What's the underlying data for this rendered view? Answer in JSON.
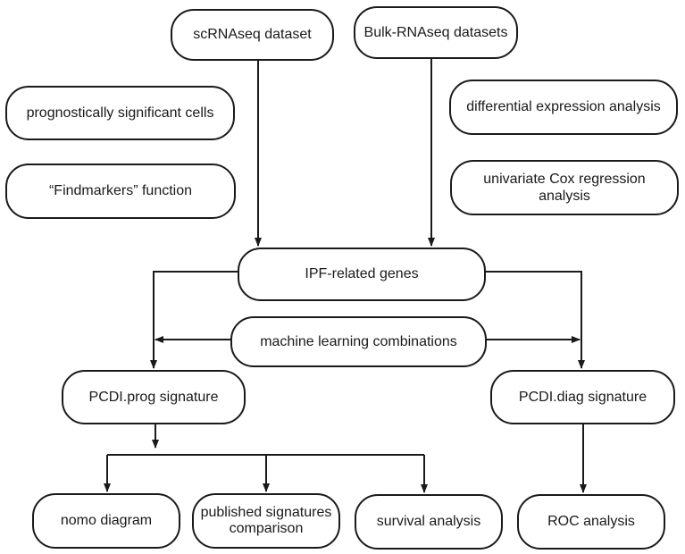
{
  "nodes": {
    "scrna": "scRNAseq dataset",
    "bulk": "Bulk-RNAseq datasets",
    "prognostic_cells": "prognostically significant cells",
    "findmarkers": "“Findmarkers” function",
    "dea": "differential expression analysis",
    "cox": "univariate Cox regression analysis",
    "ipf": "IPF-related genes",
    "ml": "machine learning combinations",
    "pcdi_prog": "PCDI.prog signature",
    "pcdi_diag": "PCDI.diag signature",
    "nomo": "nomo diagram",
    "published_line1": "published signatures",
    "published_line2": "comparison",
    "survival": "survival analysis",
    "roc": "ROC analysis"
  },
  "colors": {
    "stroke": "#1a1a1a",
    "background": "#ffffff"
  }
}
